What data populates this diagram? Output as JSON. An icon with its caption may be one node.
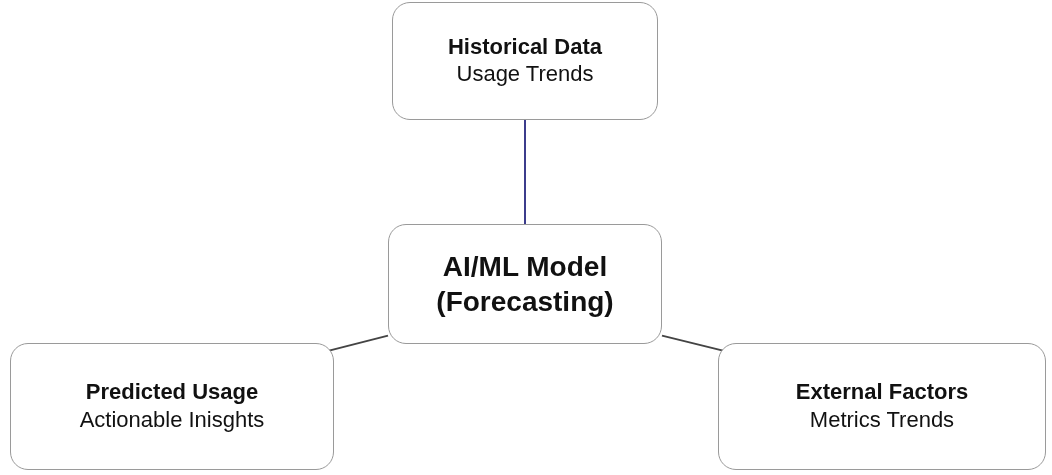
{
  "diagram": {
    "nodes": [
      {
        "text": [
          "Historical Data",
          "Usage Trends"
        ]
      },
      {
        "text": [
          "AI/ML Model (Forecasting)"
        ]
      },
      {
        "text": [
          "Predicted Usage",
          "Actionable Inisghts"
        ]
      },
      {
        "text": [
          "External Factors",
          "Metrics Trends"
        ]
      }
    ],
    "edges": [
      {
        "from": 0,
        "to": 1,
        "arrow": "none",
        "color": "#3c3c8c"
      },
      {
        "from": 1,
        "to": 2,
        "arrow": "none"
      },
      {
        "from": 1,
        "to": 3,
        "arrow": "none"
      }
    ]
  }
}
